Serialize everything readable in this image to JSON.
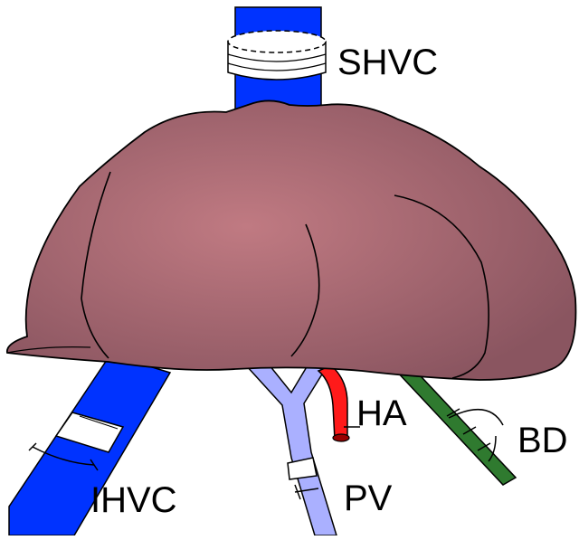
{
  "diagram": {
    "labels": {
      "shvc": "SHVC",
      "ihvc": "IHVC",
      "pv": "PV",
      "ha": "HA",
      "bd": "BD"
    },
    "colors": {
      "liver_light": "#c07a82",
      "liver_dark": "#8a5560",
      "vena_cava": "#0033ff",
      "portal_vein": "#aab0ff",
      "hepatic_artery": "#ff1a1a",
      "bile_duct": "#2f7a2f",
      "outline": "#000000",
      "cuff": "#ffffff"
    }
  }
}
